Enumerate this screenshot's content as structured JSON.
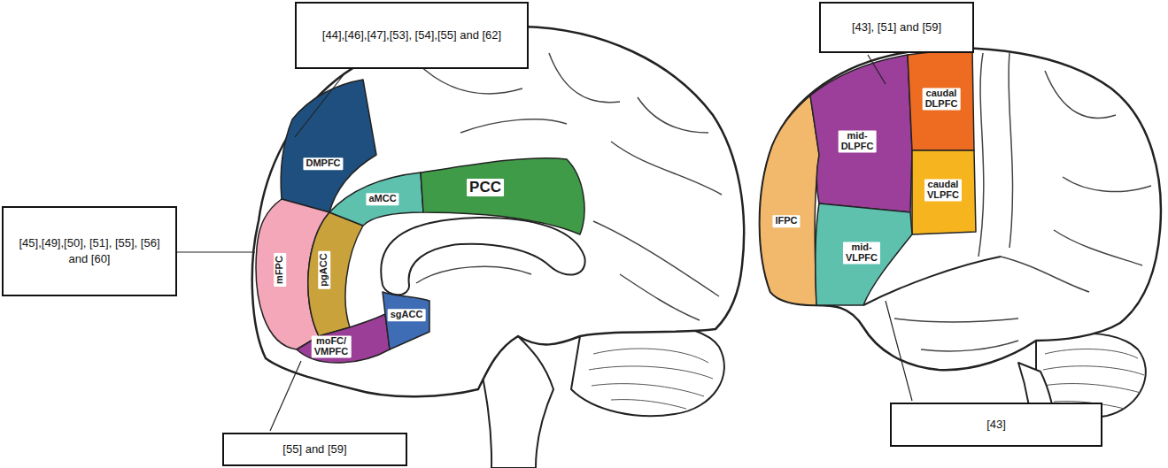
{
  "diagram": {
    "nodes": [
      {
        "text": [
          "[44],[46],[47],[53], [54],[55] and [62]"
        ]
      },
      {
        "text": [
          "[45],[49],[50], [51], [55], [56] and [60]"
        ]
      },
      {
        "text": [
          "[55] and [59]"
        ]
      },
      {
        "text": [
          "[43], [51] and [59]"
        ]
      },
      {
        "text": [
          "[43]"
        ]
      }
    ],
    "labels": [
      "DMPFC",
      "aMCC",
      "PCC",
      "pgACC",
      "mFPC",
      "moFC/ VMPFC",
      "sgACC",
      "caudal DLPFC",
      "mid- DLPFC",
      "caudal VLPFC",
      "lFPC",
      "mid- VLPFC"
    ]
  }
}
